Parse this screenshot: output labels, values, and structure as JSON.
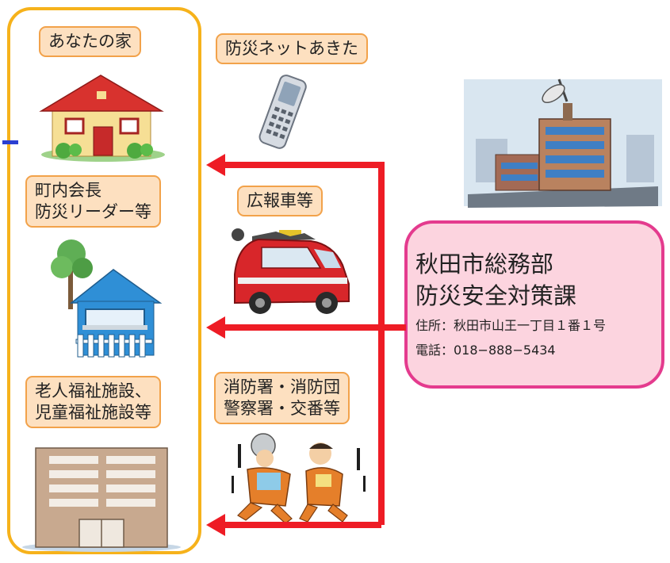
{
  "labels": {
    "your_home": "あなたの家",
    "bosai_net": "防災ネットあきた",
    "leaders_line1": "町内会長",
    "leaders_line2": "防災リーダー等",
    "pr_vehicle": "広報車等",
    "welfare_line1": "老人福祉施設、",
    "welfare_line2": "児童福祉施設等",
    "fire_line1": "消防署・消防団",
    "fire_line2": "警察署・交番等"
  },
  "department": {
    "name_line1": "秋田市総務部",
    "name_line2": "防災安全対策課",
    "address": "住所：秋田市山王一丁目１番１号",
    "phone": "電話：018−888−5434"
  },
  "colors": {
    "frame": "#f6b21b",
    "label_fill": "#fde0c0",
    "label_border": "#f2a24a",
    "arrow": "#ee1c25",
    "dept_fill": "#fcd4df",
    "dept_border": "#e43b8e"
  }
}
